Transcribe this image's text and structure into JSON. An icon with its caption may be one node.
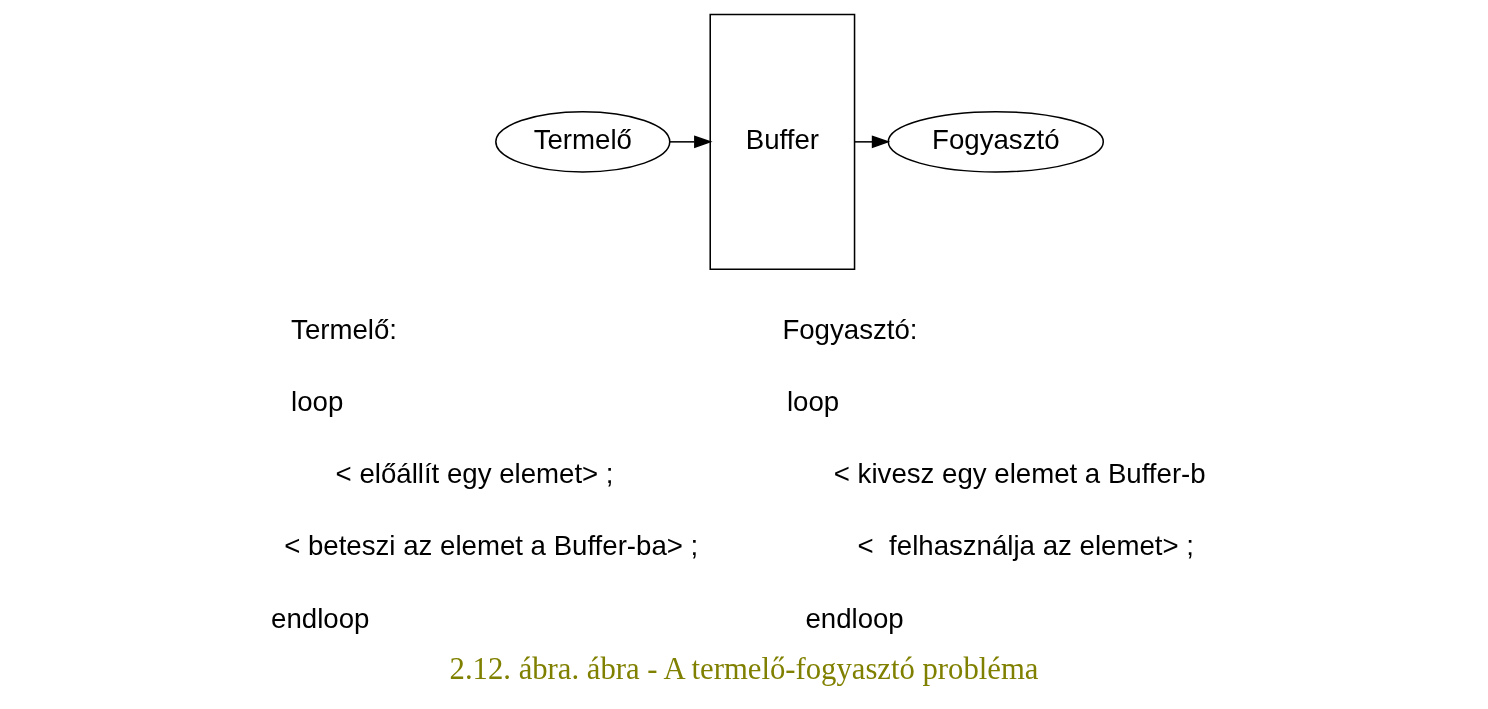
{
  "diagram": {
    "caption": "2.12. ábra. ábra - A termelő-fogyasztó probléma",
    "nodes": [
      {
        "text": [
          "Termelő"
        ]
      },
      {
        "text": [
          "Buffer"
        ]
      },
      {
        "text": [
          "Fogyasztó"
        ]
      }
    ],
    "edges": [
      {
        "from": 0,
        "to": 1,
        "arrow": "to"
      },
      {
        "from": 1,
        "to": 2,
        "arrow": "to"
      }
    ],
    "labels": [
      "Termelő:",
      "loop",
      "< előállít egy elemet> ;",
      "< beteszi az elemet a Buffer-ba> ;",
      "endloop",
      "Fogyasztó:",
      "loop",
      "< kivesz egy elemet a Buffer-b",
      "<  felhasználja az elemet> ;",
      "endloop"
    ]
  }
}
